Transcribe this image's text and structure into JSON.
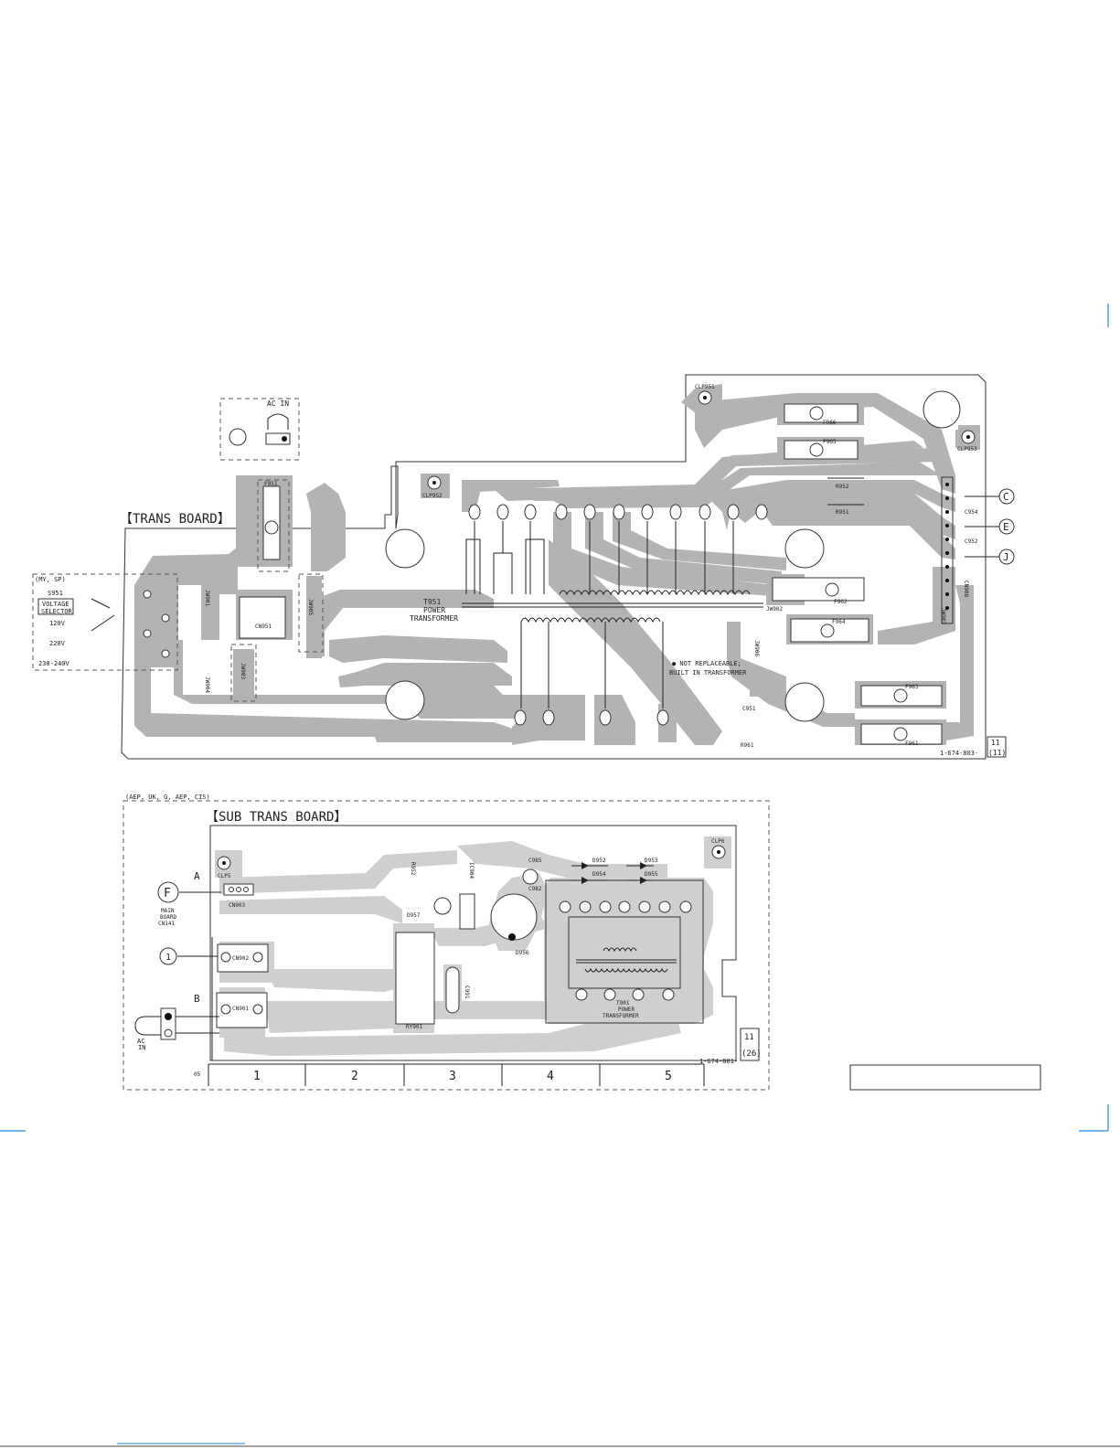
{
  "trans_board": {
    "title": "【TRANS BOARD】",
    "ac_in": "AC IN",
    "voltage_selector": [
      "S951",
      "VOLTAGE",
      "SELECTOR"
    ],
    "selector_ref": "(MY, SP)",
    "v120": "120V",
    "v220": "220V",
    "v230": "230-240V",
    "transformer": [
      "T951",
      "POWER",
      "TRANSFORMER"
    ],
    "note": [
      "● NOT REPLACEABLE;",
      "BUILT IN TRANSFORMER"
    ],
    "part_no": "1-674-803-",
    "page_box": [
      "11",
      "(11)"
    ],
    "connectors": [
      "C",
      "E",
      "J"
    ],
    "refs": {
      "clp951": "CLP951",
      "clp952": "CLP952",
      "clp953": "CLP953",
      "f966": "F966",
      "f965": "F965",
      "r952": "R952",
      "r951": "R951",
      "f962": "F962",
      "f964": "F964",
      "f963": "F963",
      "f961": "F961",
      "c954": "C954",
      "c952": "C952",
      "cn908": "CN908",
      "jw902": "JW902",
      "c951": "C951",
      "r961": "R961",
      "f951": "F951",
      "cn951": "CN951",
      "jw901": "JW901",
      "jw903": "JW903",
      "jw904": "JW904",
      "jw905": "JW905",
      "jw906": "JW906",
      "jw907": "JW907"
    }
  },
  "sub_board": {
    "region": "(AEP, UK, G, AEP, CIS)",
    "title": "【SUB TRANS BOARD】",
    "row_a": "A",
    "row_b": "B",
    "conn_f": "F",
    "main_board": [
      "MAIN",
      "BOARD",
      "CN141"
    ],
    "conn_1": "1",
    "ac_in": [
      "AC",
      "IN"
    ],
    "transformer": [
      "T901",
      "POWER",
      "TRANSFORMER"
    ],
    "part_no": "1-674-801-",
    "page_box": [
      "11",
      "(26)"
    ],
    "col_prefix": "05",
    "columns": [
      "1",
      "2",
      "3",
      "4",
      "5"
    ],
    "refs": {
      "clp5": "CLP5",
      "clp6": "CLP6",
      "cn903": "CN903",
      "cn902": "CN902",
      "cn901": "CN901",
      "d952": "D952",
      "d953": "D953",
      "d954": "D954",
      "d955": "D955",
      "c985": "C985",
      "c982": "C982",
      "d956": "D956",
      "ry901": "RY901",
      "c991": "C991",
      "d957": "D957",
      "ic904": "IC904",
      "r952": "R952"
    }
  }
}
